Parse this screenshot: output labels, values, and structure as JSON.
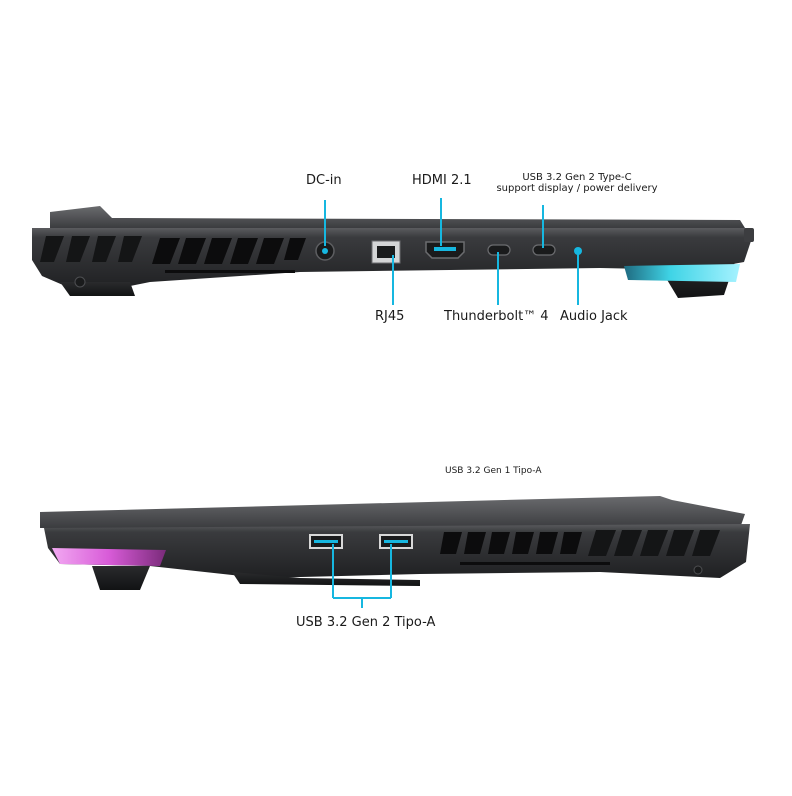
{
  "colors": {
    "background": "#ffffff",
    "chassis": "#2e2f31",
    "chassis_edge": "#4a4b4e",
    "callout": "#16b7e0",
    "rgb_cyan": "#3fd4e6",
    "rgb_magenta": "#d85bd8"
  },
  "left_side": {
    "ports_top": [
      {
        "name": "DC-in",
        "icon": "dc-in-port-icon"
      },
      {
        "name": "HDMI 2.1",
        "icon": "hdmi-port-icon"
      },
      {
        "name": "USB 3.2 Gen 2 Type-C",
        "line2": "support display / power delivery",
        "icon": "usb-c-port-icon"
      }
    ],
    "ports_bottom": [
      {
        "name": "RJ45",
        "icon": "ethernet-port-icon"
      },
      {
        "name": "Thunderbolt™ 4",
        "icon": "thunderbolt-port-icon"
      },
      {
        "name": "Audio Jack",
        "icon": "audio-jack-icon"
      }
    ]
  },
  "right_side": {
    "top_label": "USB 3.2 Gen 1 Tipo-A",
    "bottom_label": "USB 3.2 Gen 2 Tipo-A",
    "ports": [
      {
        "icon": "usb-a-port-icon"
      },
      {
        "icon": "usb-a-port-icon"
      }
    ]
  }
}
